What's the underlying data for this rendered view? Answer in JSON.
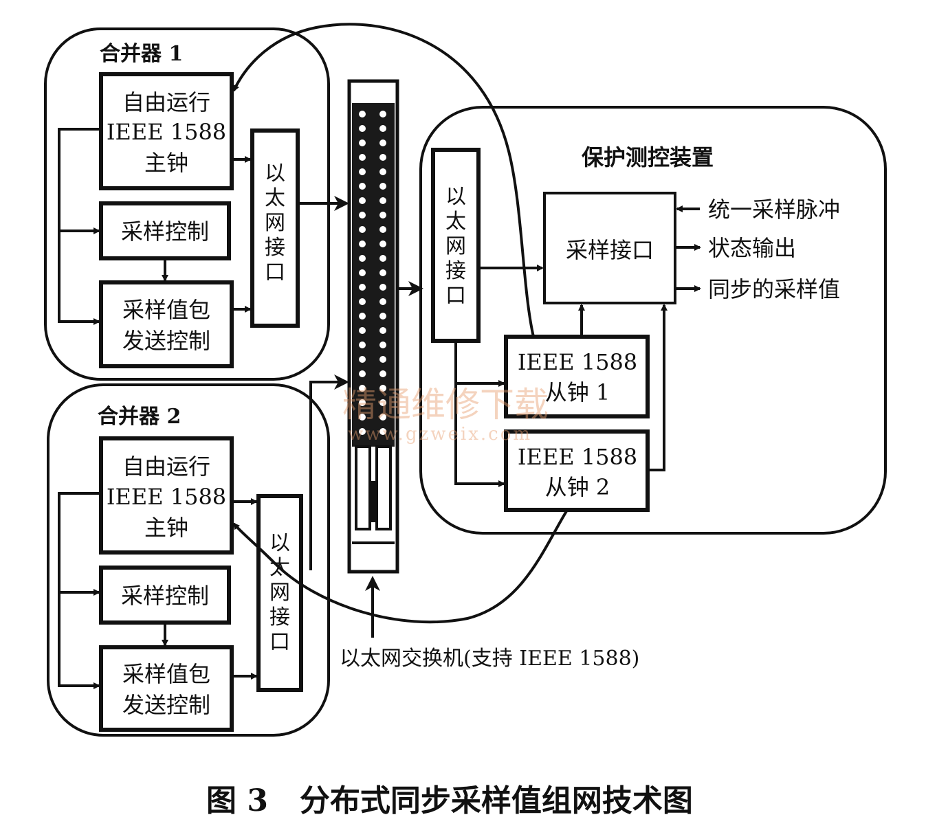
{
  "merger1": {
    "title": "合并器 1",
    "master_clock": [
      "自由运行",
      "IEEE 1588",
      "主钟"
    ],
    "sample_control": "采样控制",
    "packet_send": [
      "采样值包",
      "发送控制"
    ],
    "ethernet_if": [
      "以",
      "太",
      "网",
      "接",
      "口"
    ]
  },
  "merger2": {
    "title": "合并器 2",
    "master_clock": [
      "自由运行",
      "IEEE 1588",
      "主钟"
    ],
    "sample_control": "采样控制",
    "packet_send": [
      "采样值包",
      "发送控制"
    ],
    "ethernet_if": [
      "以",
      "太",
      "网",
      "接",
      "口"
    ]
  },
  "protection": {
    "title": "保护测控装置",
    "ethernet_if": [
      "以",
      "太",
      "网",
      "接",
      "口"
    ],
    "sampling_interface": "采样接口",
    "slave1": [
      "IEEE 1588",
      "从钟 1"
    ],
    "slave2": [
      "IEEE 1588",
      "从钟 2"
    ],
    "outputs": [
      "统一采样脉冲",
      "状态输出",
      "同步的采样值"
    ]
  },
  "switch_label": "以太网交换机(支持 IEEE 1588)",
  "watermark": {
    "cn": "精通维修下载",
    "url": "www.gzweix.com"
  },
  "caption": "图 3   分布式同步采样值组网技术图",
  "colors": {
    "ink": "#111111",
    "watermark": "#e8a070"
  }
}
